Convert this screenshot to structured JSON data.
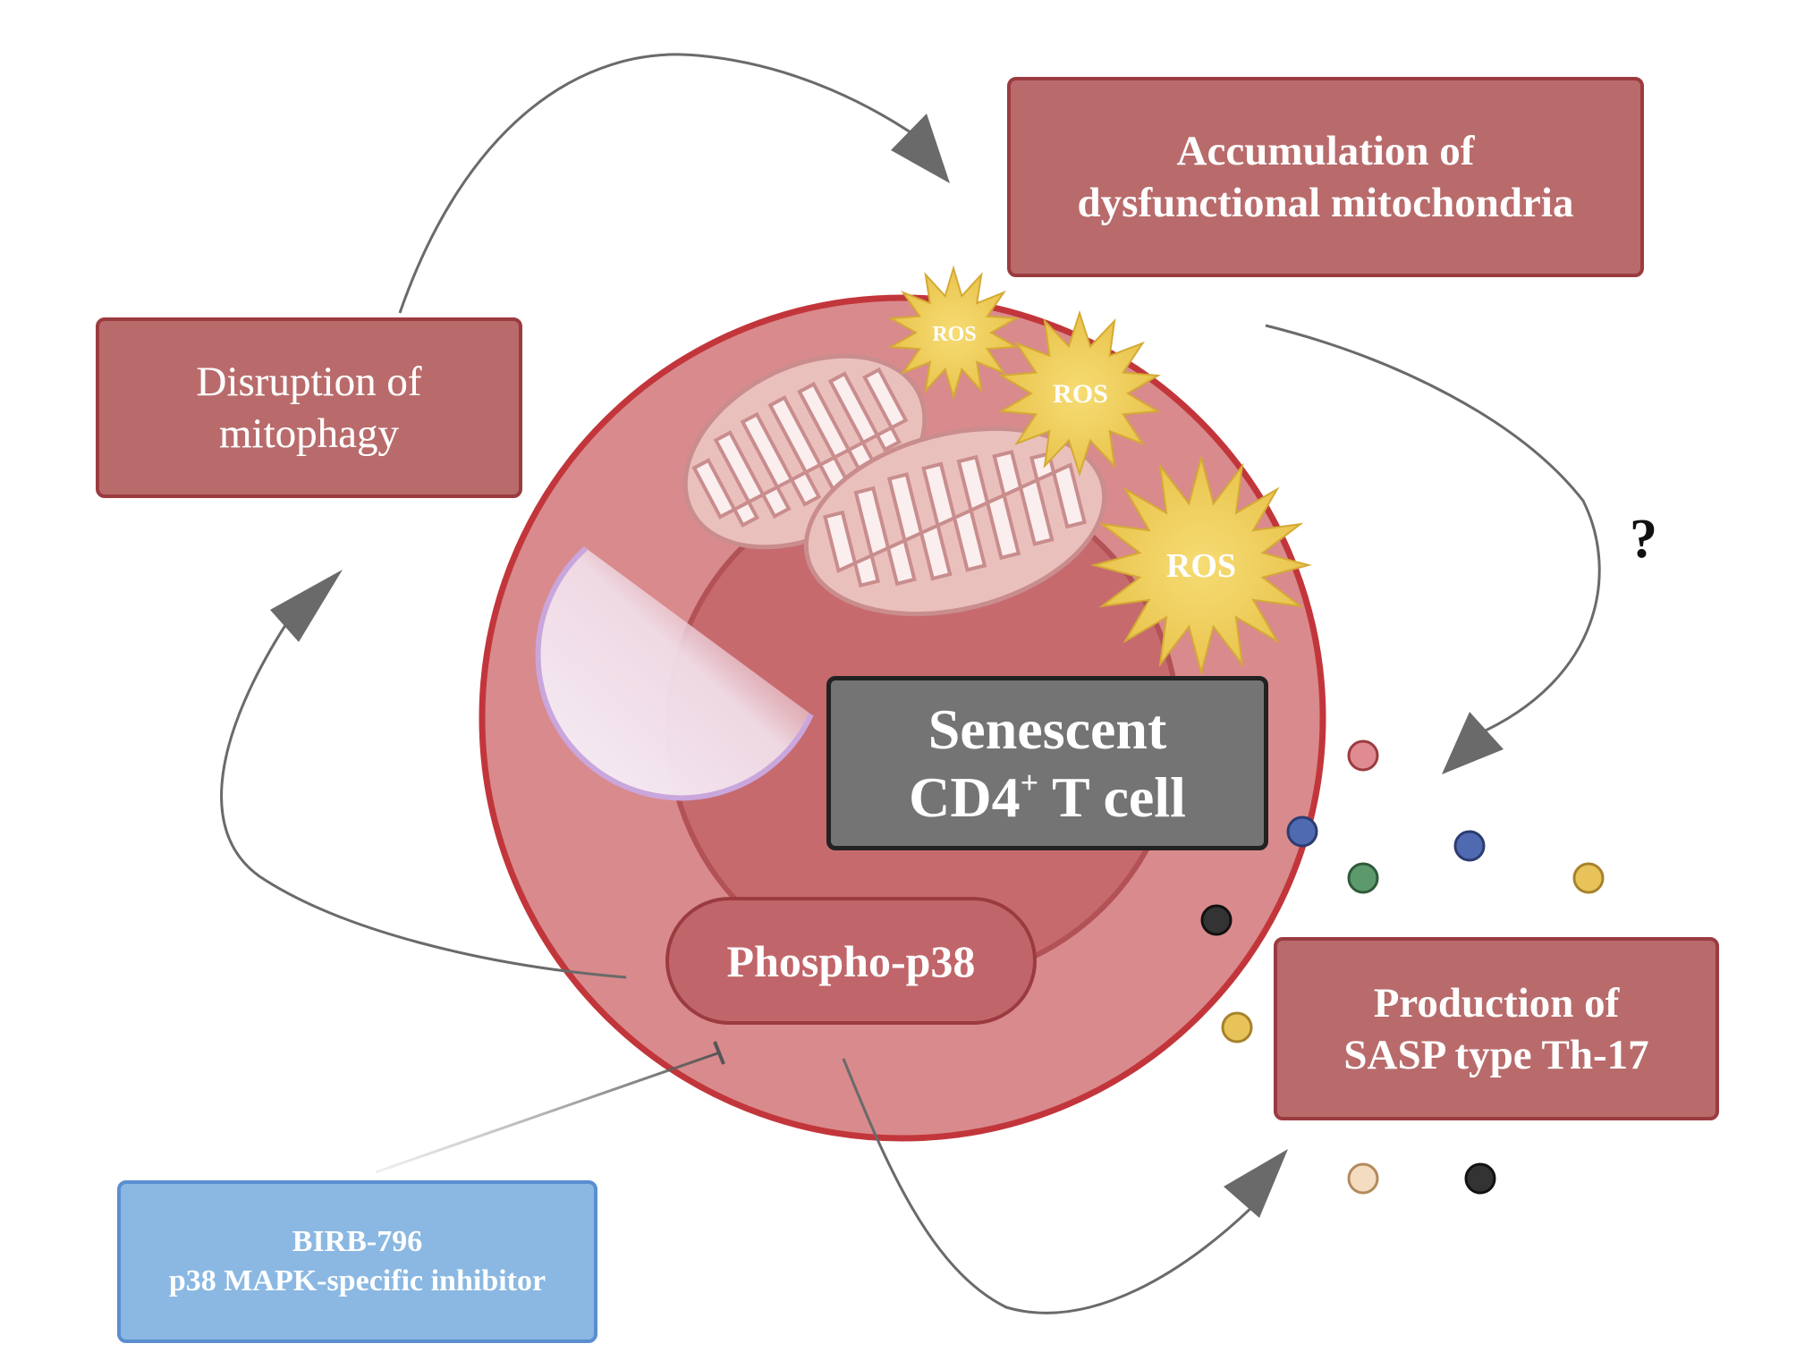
{
  "boxes": {
    "accumulation": {
      "line1": "Accumulation of",
      "line2": "dysfunctional mitochondria"
    },
    "disruption": {
      "line1": "Disruption of",
      "line2": "mitophagy"
    },
    "sasp": {
      "line1": "Production of",
      "line2": "SASP type Th-17"
    },
    "senescent": {
      "line1": "Senescent",
      "line2_prefix": "CD4",
      "line2_sup": "+",
      "line2_suffix": " T cell"
    },
    "phospho": {
      "label": "Phospho-p38"
    },
    "inhibitor": {
      "line1": "BIRB-796",
      "line2": "p38 MAPK-specific inhibitor"
    }
  },
  "ros": {
    "small": "ROS",
    "medium": "ROS",
    "large": "ROS"
  },
  "question": "?",
  "colors": {
    "box_fill": "#b96b6b",
    "box_border": "#9b3b40",
    "cell_fill": "#d98a8c",
    "cell_border": "#c2363b",
    "nucleus_fill": "#c76a6e",
    "ros_fill": "#f0cf5a",
    "inhibitor_fill": "#8ab8e2",
    "arrow": "#5f5f5f"
  },
  "cytokine_colors": [
    "#e08a92",
    "#4f6ab0",
    "#5c9a6c",
    "#e8c35a",
    "#333333",
    "#f4dcc0"
  ]
}
